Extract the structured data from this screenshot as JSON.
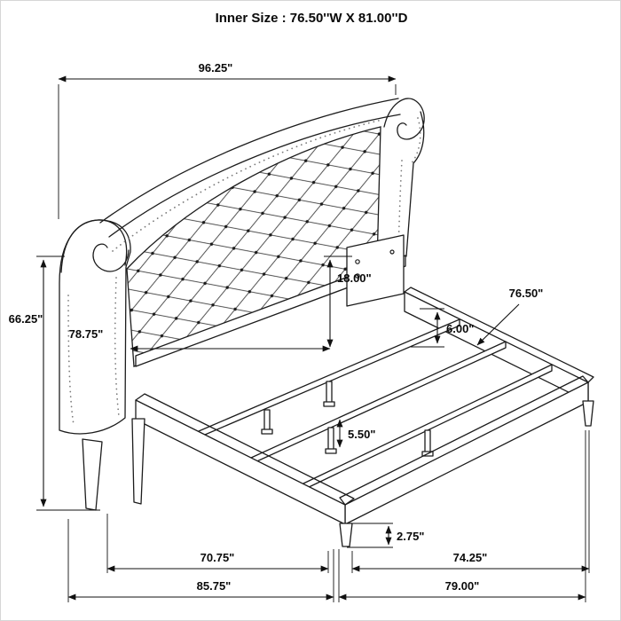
{
  "title": "Inner Size : 76.50''W X 81.00''D",
  "dims": {
    "headboard_width": "96.25\"",
    "overall_height": "66.25\"",
    "headboard_to_rail": "18.00\"",
    "inner_headboard_width": "78.75\"",
    "inner_length": "76.50\"",
    "rail_height": "6.00\"",
    "slat_leg_height": "5.50\"",
    "corner_leg_height": "2.75\"",
    "side_rail_length": "70.75\"",
    "foot_rail_length": "74.25\"",
    "overall_depth": "85.75\"",
    "overall_width": "79.00\""
  }
}
